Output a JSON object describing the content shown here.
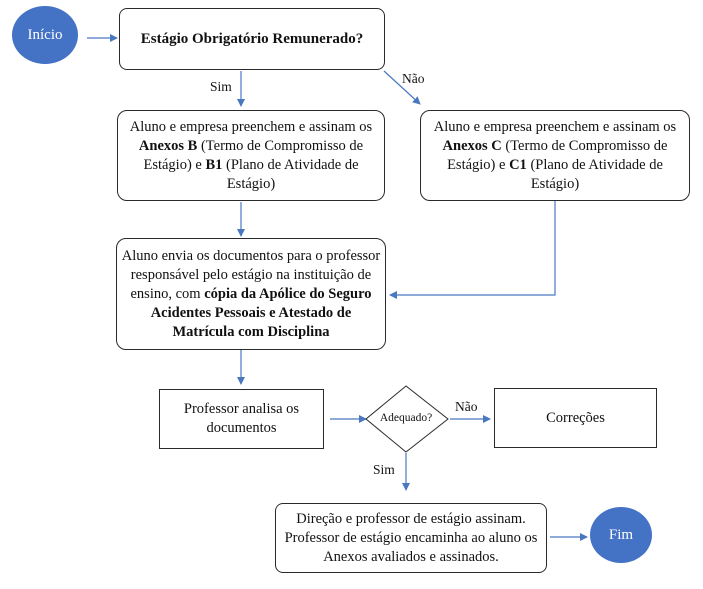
{
  "start": "Início",
  "question": "Estágio Obrigatório Remunerado?",
  "branch_yes": "Sim",
  "branch_no": "Não",
  "box_b": {
    "p1": "Aluno e empresa preenchem e  assinam os ",
    "p2": "Anexos B",
    "p3": " (Termo de Compromisso de Estágio) e ",
    "p4": "B1",
    "p5": " (Plano de Atividade de Estágio)"
  },
  "box_c": {
    "p1": "Aluno e empresa preenchem e  assinam os ",
    "p2": "Anexos C",
    "p3": " (Termo de Compromisso de Estágio) e ",
    "p4": "C1",
    "p5": " (Plano de Atividade de Estágio)"
  },
  "send_box": {
    "p1": "Aluno envia os documentos para o professor responsável pelo estágio na instituição de ensino, com ",
    "p2": "cópia da Apólice do Seguro Acidentes Pessoais e Atestado de Matrícula com Disciplina"
  },
  "analyze": "Professor analisa os documentos",
  "decision": "Adequado?",
  "decision_no": "Não",
  "decision_yes": "Sim",
  "corrections": "Correções",
  "final_box": "Direção e professor de estágio assinam. Professor de estágio encaminha ao aluno os Anexos avaliados e assinados.",
  "end": "Fim",
  "colors": {
    "accent": "#4472c4",
    "arrow": "#4a78c0"
  }
}
